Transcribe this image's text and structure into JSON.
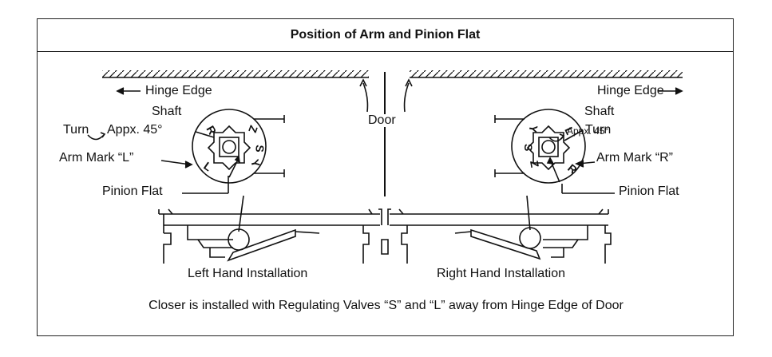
{
  "title": "Position of Arm and Pinion Flat",
  "left": {
    "hinge_edge": "Hinge Edge",
    "shaft": "Shaft",
    "turn": "Turn",
    "angle": "Appx. 45°",
    "arm_mark": "Arm Mark “L”",
    "pinion_flat": "Pinion Flat",
    "installation": "Left Hand Installation",
    "letters": [
      "R",
      "Z",
      "S",
      "Y",
      "L"
    ]
  },
  "right": {
    "hinge_edge": "Hinge Edge",
    "shaft": "Shaft",
    "turn": "Turn",
    "angle": "Appx. 45°",
    "arm_mark": "Arm Mark “R”",
    "pinion_flat": "Pinion Flat",
    "installation": "Right Hand Installation",
    "letters": [
      "L",
      "Y",
      "S",
      "Z",
      "R"
    ]
  },
  "door_label": "Door",
  "note": "Closer is installed with Regulating Valves “S” and “L” away from Hinge Edge of Door",
  "colors": {
    "line": "#111111",
    "border": "#222222",
    "background": "#ffffff"
  }
}
